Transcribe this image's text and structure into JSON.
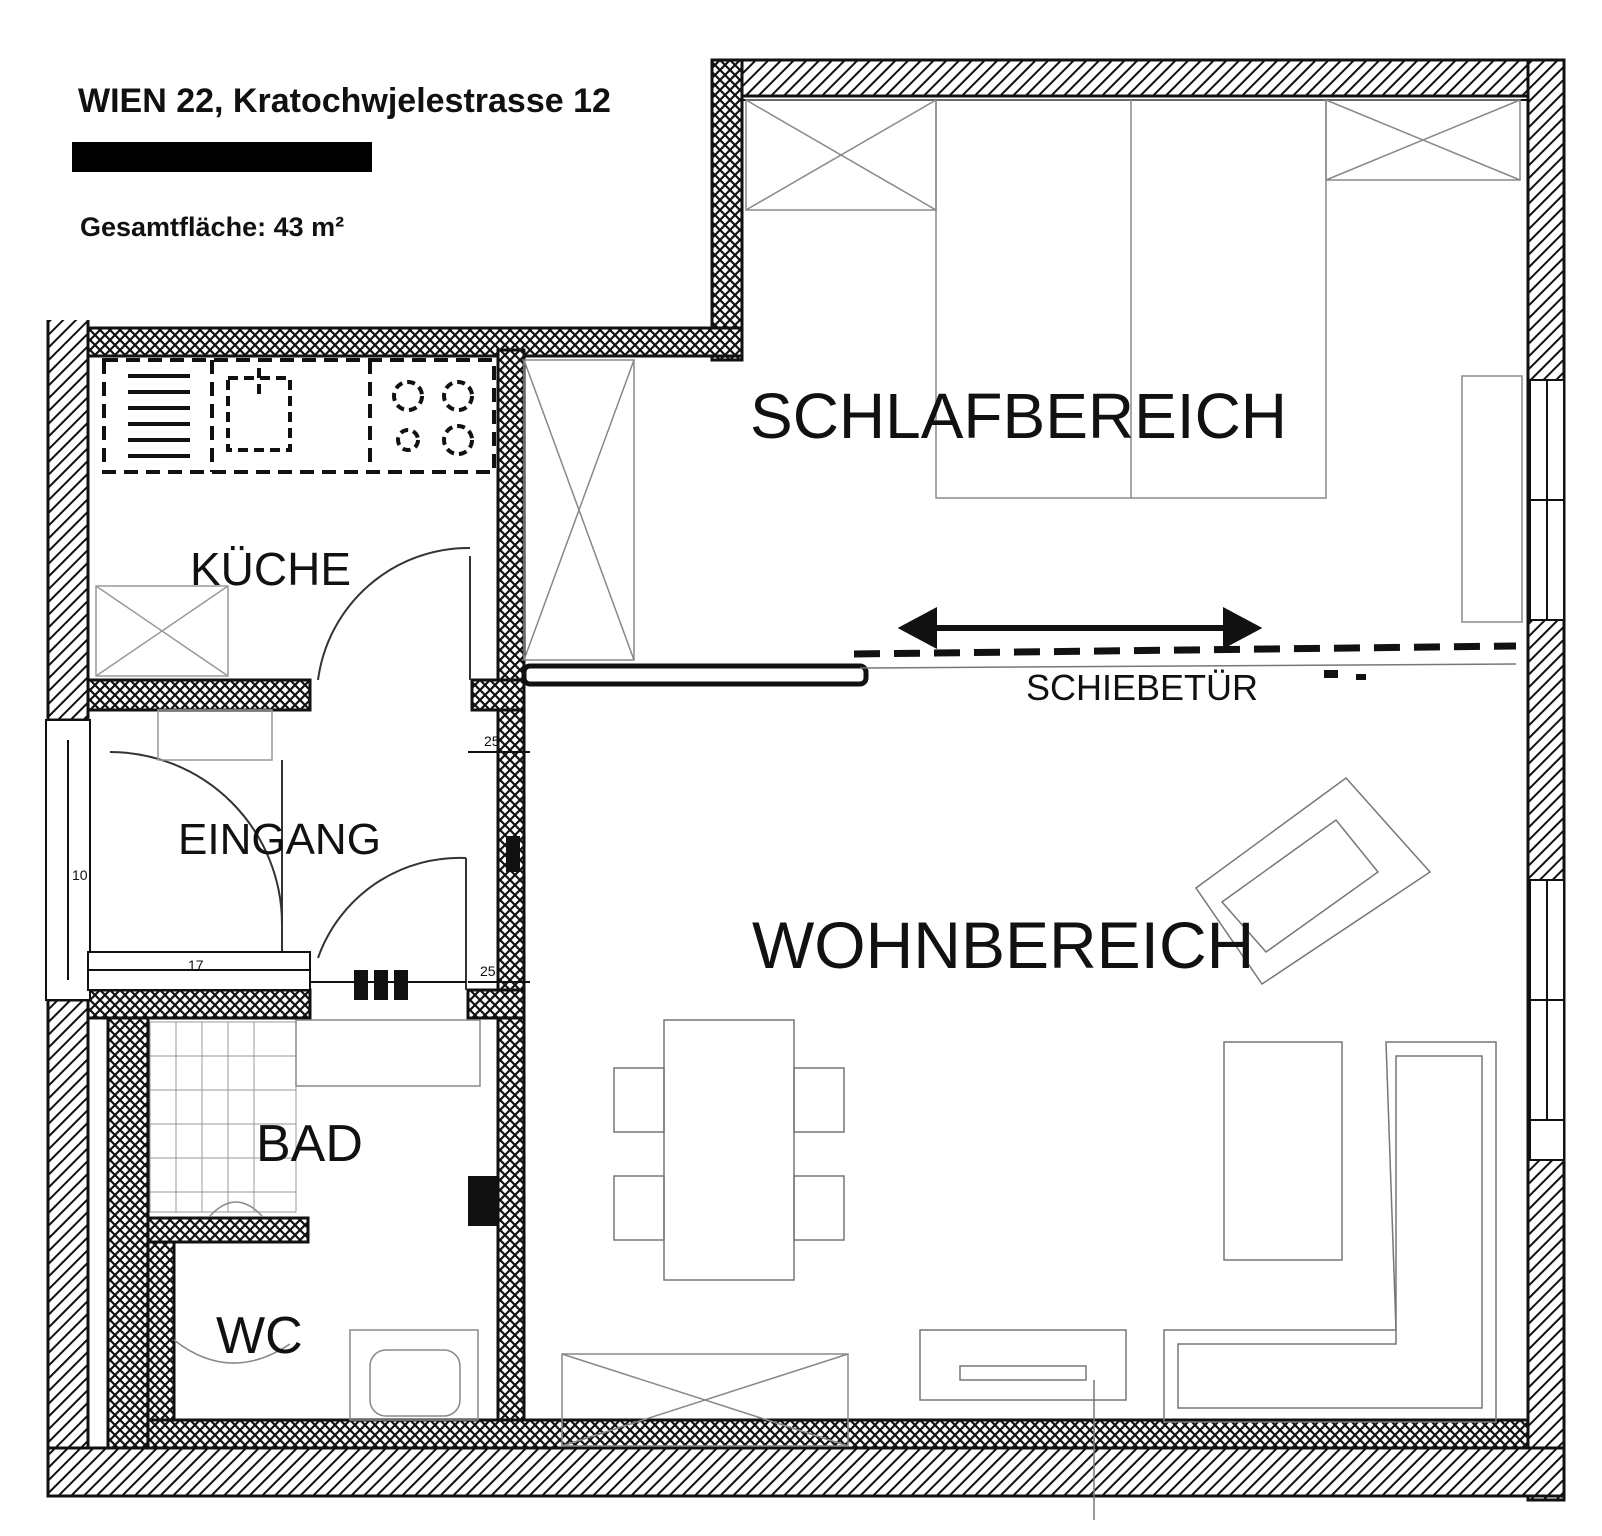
{
  "header": {
    "address": "WIEN 22, Kratochwjelestrasse 12",
    "total_area": "Gesamtfläche: 43 m²"
  },
  "rooms": {
    "schlafbereich": "SCHLAFBEREICH",
    "kueche": "KÜCHE",
    "schiebetuer": "SCHIEBETÜR",
    "eingang": "EINGANG",
    "wohnbereich": "WOHNBEREICH",
    "bad": "BAD",
    "wc": "WC"
  },
  "dimensions": {
    "d1": "25",
    "d2": "25",
    "d3": "17",
    "d4": "10"
  },
  "colors": {
    "ink": "#111111",
    "paper": "#ffffff",
    "hatch": "#222222",
    "thin_line": "#888888"
  }
}
